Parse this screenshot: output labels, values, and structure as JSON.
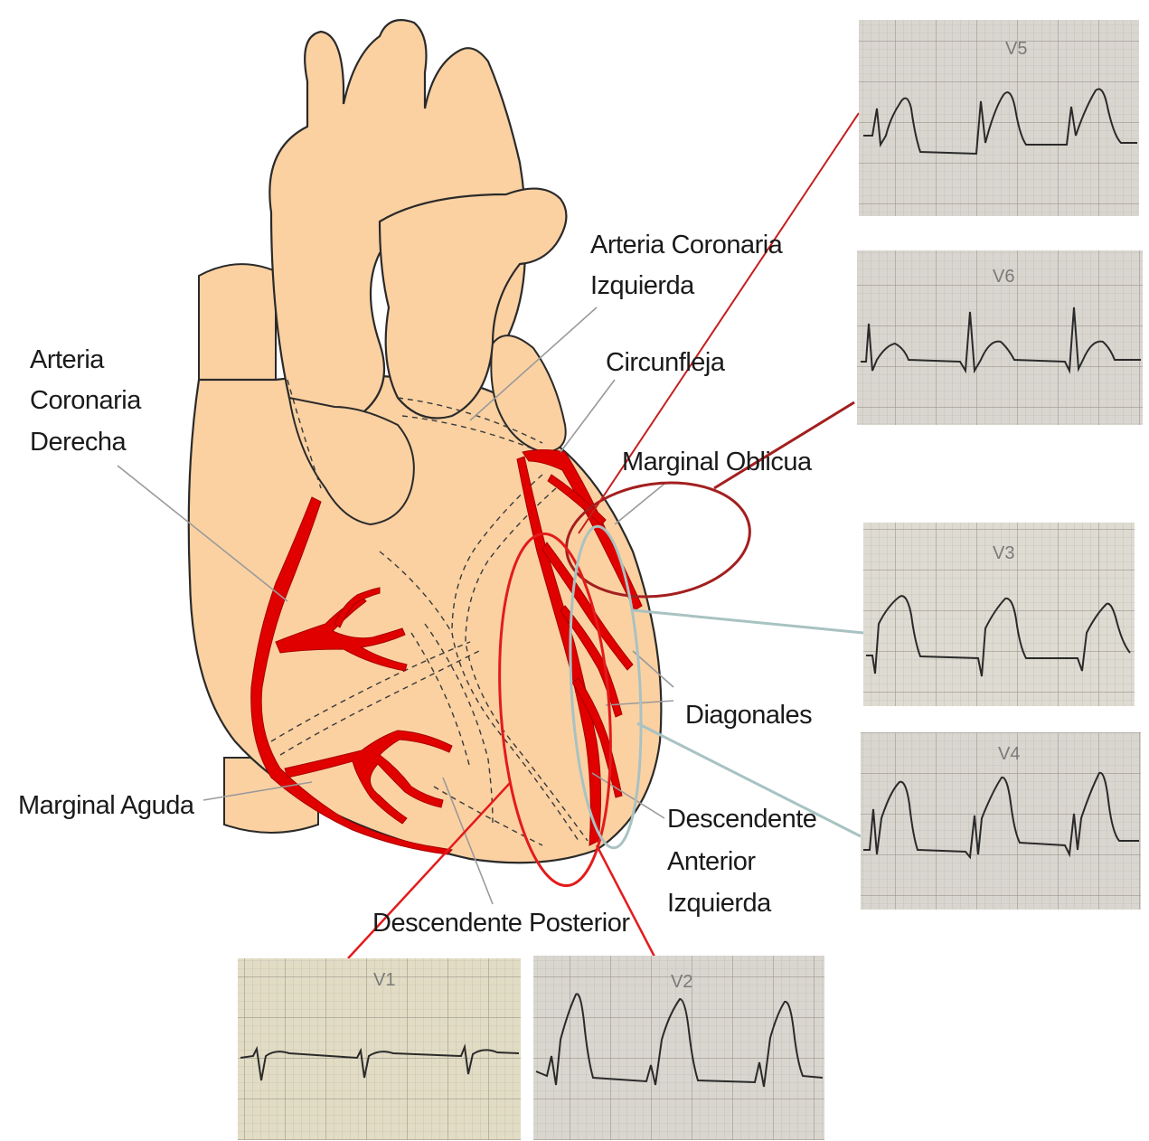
{
  "labels": {
    "acd_1": "Arteria",
    "acd_2": "Coronaria",
    "acd_3": "Derecha",
    "aci_1": "Arteria Coronaria",
    "aci_2": "Izquierda",
    "circunfleja": "Circunfleja",
    "marginal_obl": "Marginal Oblicua",
    "diagonales": "Diagonales",
    "marginal_aguda": "Marginal Aguda",
    "da_1": "Descendente",
    "da_2": "Anterior",
    "da_3": "Izquierda",
    "desc_post": "Descendente Posterior"
  },
  "ecg_leads": {
    "v5": "V5",
    "v6": "V6",
    "v3": "V3",
    "v4": "V4",
    "v1": "V1",
    "v2": "V2"
  },
  "colors": {
    "heart_fill": "#fbd1a2",
    "artery_red": "#e00000",
    "callout_dark_red": "#a31f1f",
    "callout_red": "#e31b1b",
    "callout_grey_blue": "#a9c2c2",
    "ecg_paper": "#d9d6d0",
    "ecg_paper_yellow": "#e2dcc4",
    "ecg_trace": "#2a2a2a"
  }
}
